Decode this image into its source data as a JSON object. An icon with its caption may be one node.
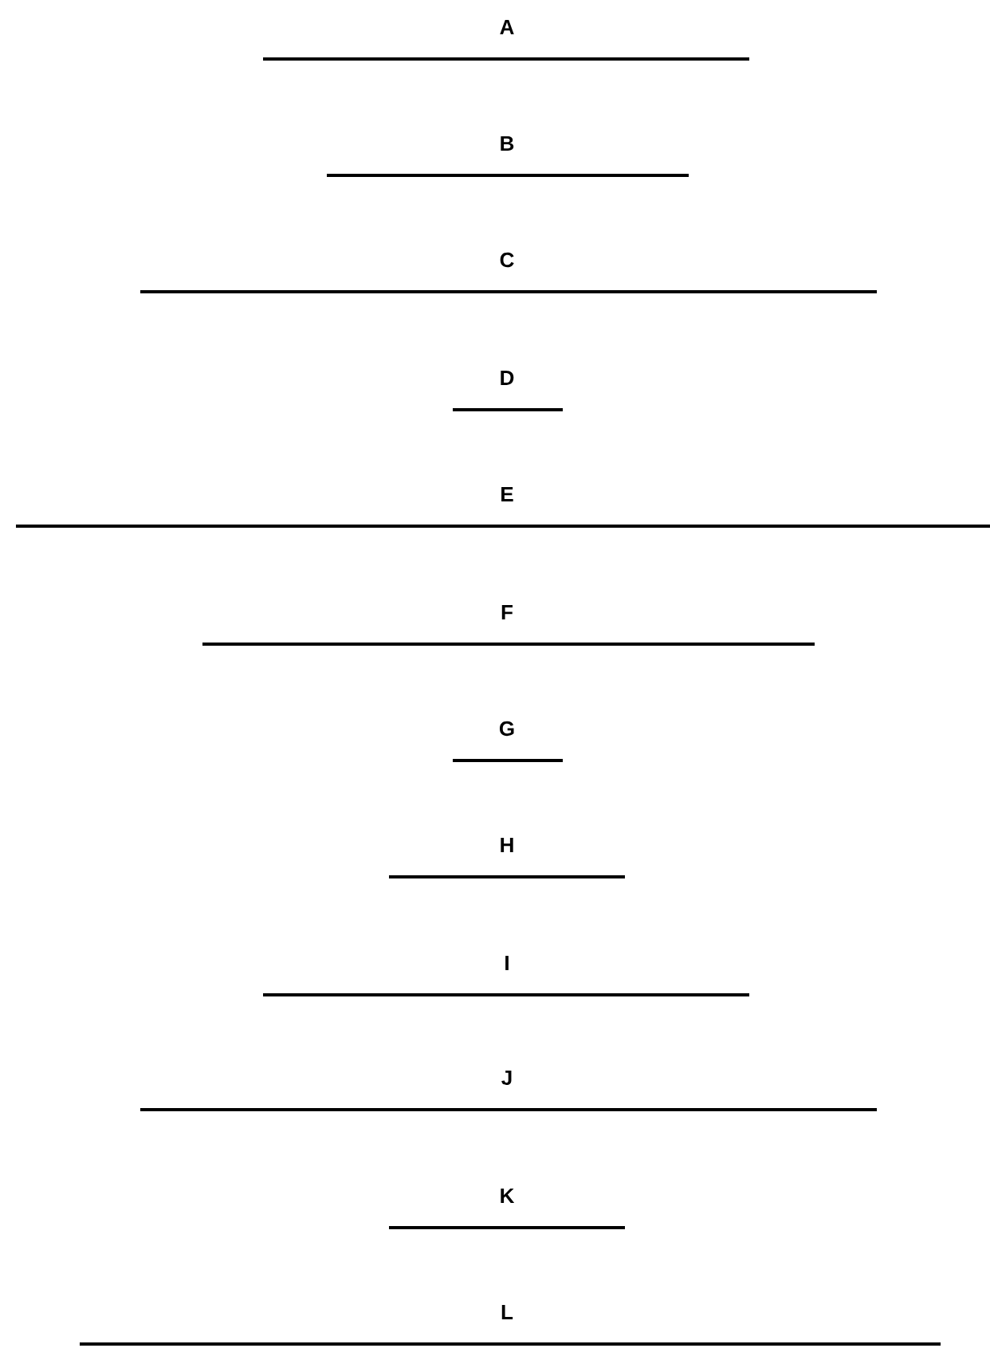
{
  "diagram": {
    "nodes": [
      {
        "text": [
          "A"
        ]
      },
      {
        "text": [
          "B"
        ]
      },
      {
        "text": [
          "C"
        ]
      },
      {
        "text": [
          "D"
        ]
      },
      {
        "text": [
          "E"
        ]
      },
      {
        "text": [
          "F"
        ]
      },
      {
        "text": [
          "G"
        ]
      },
      {
        "text": [
          "H"
        ]
      },
      {
        "text": [
          "I"
        ]
      },
      {
        "text": [
          "J"
        ]
      },
      {
        "text": [
          "K"
        ]
      },
      {
        "text": [
          "L"
        ]
      }
    ]
  }
}
